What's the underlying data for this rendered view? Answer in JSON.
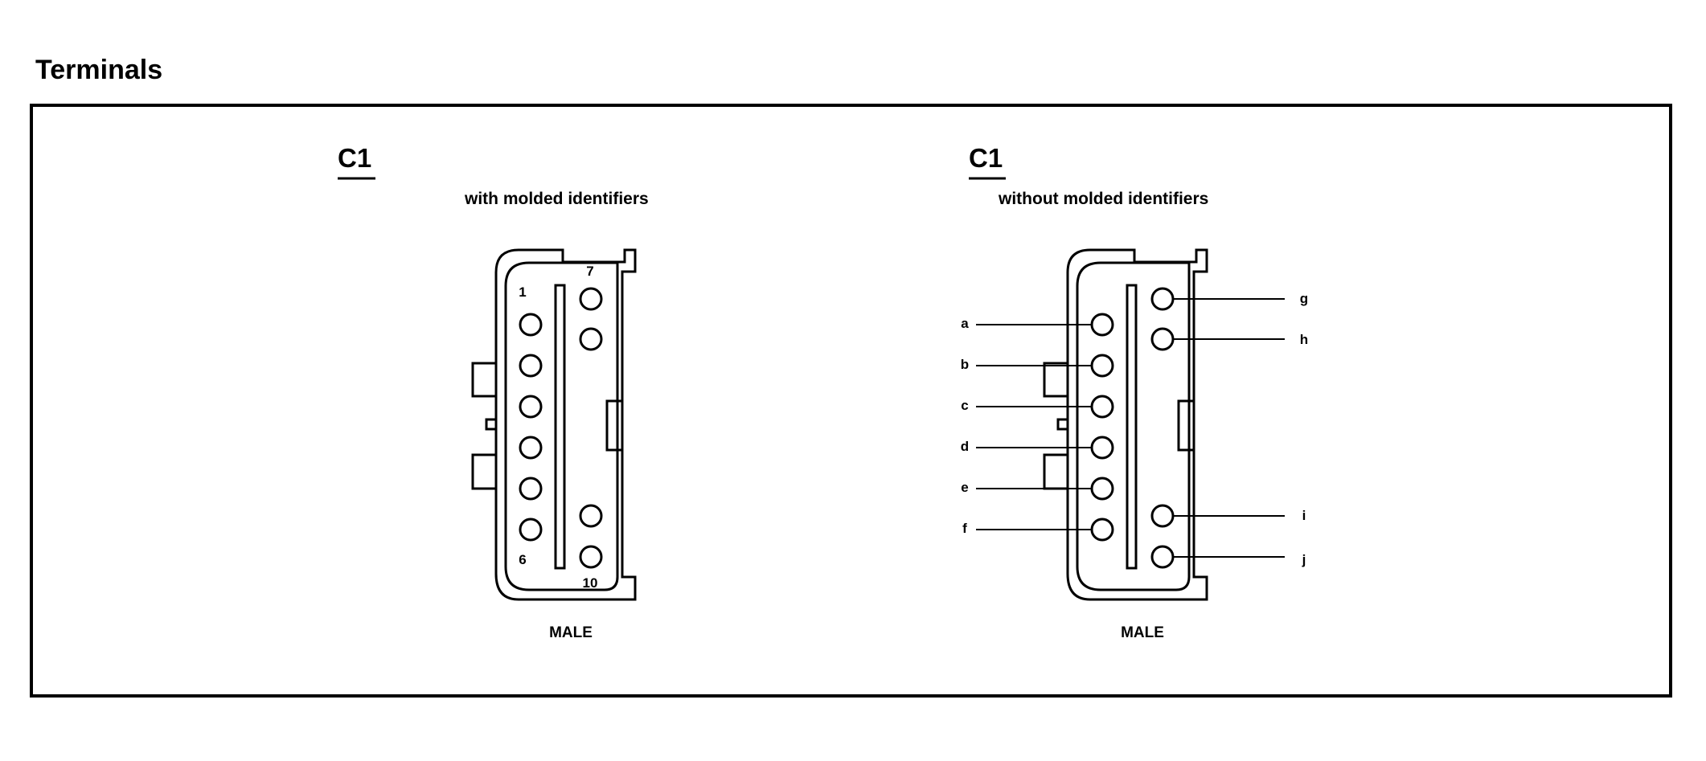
{
  "page_title": "Terminals",
  "connectors": [
    {
      "label": "C1",
      "subtitle": "with molded identifiers",
      "gender": "MALE",
      "pin_numbers": {
        "top_left": "1",
        "bottom_left": "6",
        "top_right": "7",
        "bottom_right": "10"
      }
    },
    {
      "label": "C1",
      "subtitle": "without molded identifiers",
      "gender": "MALE",
      "left_pin_letters": [
        "a",
        "b",
        "c",
        "d",
        "e",
        "f"
      ],
      "right_pin_letters": [
        "g",
        "h",
        "i",
        "j"
      ]
    }
  ]
}
